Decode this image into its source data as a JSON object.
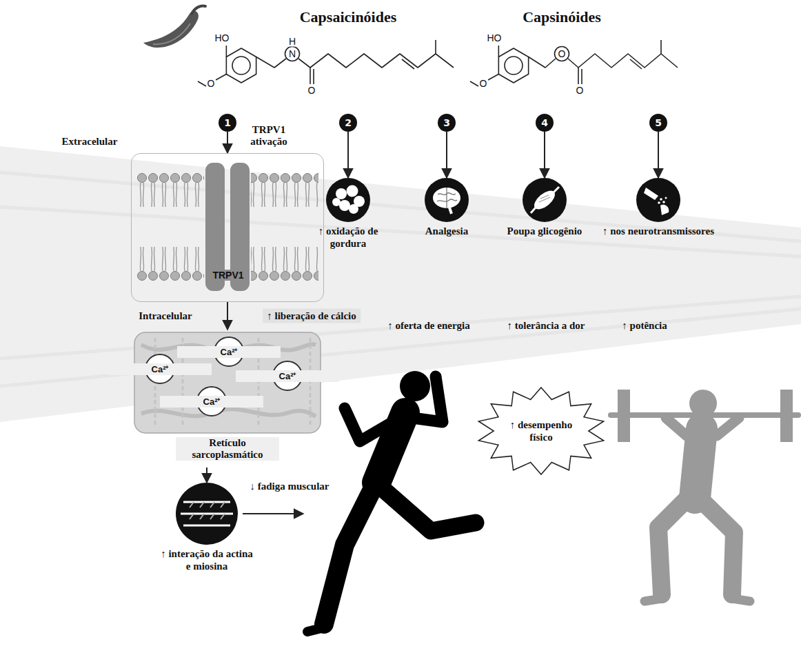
{
  "diagram": {
    "nodes": [
      {
        "text": [
          "1"
        ]
      },
      {
        "text": [
          "2"
        ]
      },
      {
        "text": [
          "3"
        ]
      },
      {
        "text": [
          "4"
        ]
      },
      {
        "text": [
          "5"
        ]
      },
      {
        "text": [
          "↑ oxidação de gordura"
        ]
      },
      {
        "text": [
          "Analgesia"
        ]
      },
      {
        "text": [
          "Poupa glicogênio"
        ]
      },
      {
        "text": [
          "↑ nos neurotransmissores"
        ]
      },
      {
        "text": [
          "TRPV1"
        ]
      },
      {
        "text": [
          "Retículo sarcoplasmático"
        ]
      },
      {
        "text": [
          "Ca²⁺"
        ],
        "in": 10
      },
      {
        "text": [
          "Ca²⁺"
        ],
        "in": 10
      },
      {
        "text": [
          "Ca²⁺"
        ],
        "in": 10
      },
      {
        "text": [
          "Ca²⁺"
        ],
        "in": 10
      },
      {
        "text": [
          "↑ interação da actina e miosina"
        ]
      },
      {
        "text": [
          "↑ desempenho físico"
        ]
      }
    ],
    "edges": [
      {
        "from": 0,
        "to": 9,
        "arrow": "to"
      },
      {
        "from": 9,
        "to": 10,
        "arrow": "to"
      },
      {
        "from": 10,
        "to": 15,
        "arrow": "to"
      },
      {
        "from": 1,
        "to": 5,
        "arrow": "to"
      },
      {
        "from": 2,
        "to": 6,
        "arrow": "to"
      },
      {
        "from": 3,
        "to": 7,
        "arrow": "to"
      },
      {
        "from": 4,
        "to": 8,
        "arrow": "to"
      }
    ],
    "labels": [
      "Capsaicinóides",
      "Capsinóides",
      "HO",
      "O",
      "H",
      "N",
      "O",
      "HO",
      "O",
      "O",
      "O",
      "Extracelular",
      "TRPV1 ativação",
      "Intracelular",
      "↑ liberação de cálcio",
      "↑ oferta de energia",
      "↑ tolerância a dor",
      "↑ potência",
      "↓ fadiga muscular"
    ]
  }
}
